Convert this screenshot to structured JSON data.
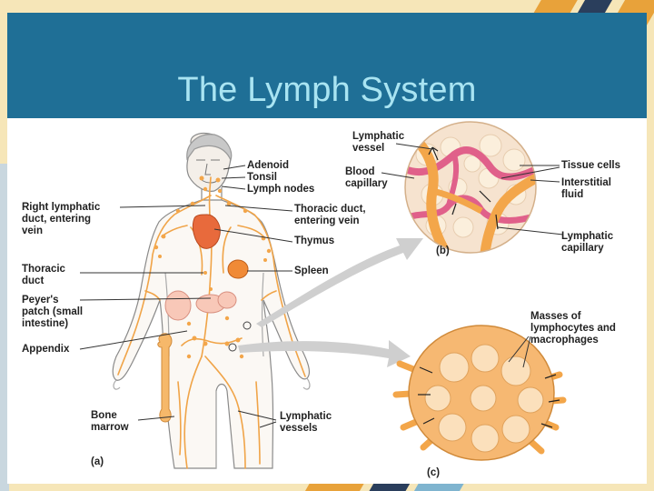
{
  "slide": {
    "title": "The Lymph System"
  },
  "diagram": {
    "panel_a": {
      "tag": "(a)",
      "labels": {
        "adenoid": "Adenoid",
        "tonsil": "Tonsil",
        "lymph_nodes": "Lymph nodes",
        "right_lymphatic_1": "Right lymphatic",
        "right_lymphatic_2": "duct, entering",
        "right_lymphatic_3": "vein",
        "thoracic_entering_1": "Thoracic duct,",
        "thoracic_entering_2": "entering vein",
        "thymus": "Thymus",
        "thoracic_duct_1": "Thoracic",
        "thoracic_duct_2": "duct",
        "spleen": "Spleen",
        "peyers_1": "Peyer's",
        "peyers_2": "patch (small",
        "peyers_3": "intestine)",
        "appendix": "Appendix",
        "bone_marrow_1": "Bone",
        "bone_marrow_2": "marrow",
        "lymphatic_vessels_1": "Lymphatic",
        "lymphatic_vessels_2": "vessels"
      }
    },
    "panel_b": {
      "tag": "(b)",
      "labels": {
        "lymphatic_vessel_1": "Lymphatic",
        "lymphatic_vessel_2": "vessel",
        "blood_capillary_1": "Blood",
        "blood_capillary_2": "capillary",
        "tissue_cells": "Tissue cells",
        "interstitial_1": "Interstitial",
        "interstitial_2": "fluid",
        "lymphatic_capillary_1": "Lymphatic",
        "lymphatic_capillary_2": "capillary"
      }
    },
    "panel_c": {
      "tag": "(c)",
      "labels": {
        "masses_1": "Masses of",
        "masses_2": "lymphocytes and",
        "masses_3": "macrophages"
      }
    },
    "colors": {
      "header": "#1f6f96",
      "title_text": "#a9e4f2",
      "lymph_orange": "#f3a64a",
      "body_outline": "#8a8a8a",
      "capillary_pink": "#e0608a"
    }
  }
}
